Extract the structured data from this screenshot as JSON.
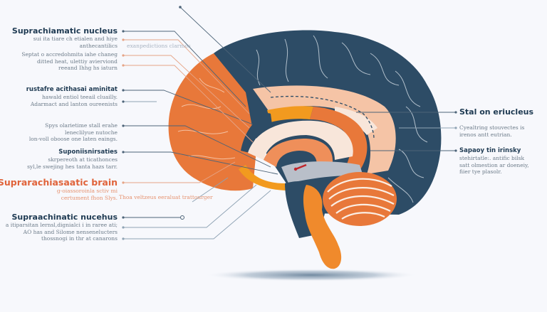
{
  "colors": {
    "navy": "#2d4c66",
    "orange": "#e8783a",
    "light_orange": "#f2a47a",
    "peach": "#f5c4a6",
    "cream": "#f8e6da",
    "amber": "#f29a1f",
    "gray": "#b9bfc9",
    "title_dark": "#1e3a52",
    "title_orange": "#e0633a",
    "background": "#f7f8fc"
  },
  "labels_left": [
    {
      "title": "Suprachiamatic nucleus",
      "lines": [
        "sui ita tiare ch etialen and hiye",
        "anthecantilics"
      ],
      "side_note": "exanpedictions clarmos"
    },
    {
      "title": "",
      "lines": [
        "Septat o accredohmita iahe chaneg",
        "ditted heat, ulettiy avierviond",
        "reeand Ihhg hs iaturn"
      ]
    },
    {
      "title": "rustafre acithasai aminitat",
      "lines": [
        "hawald entiol teeail cluailly.",
        "Adarmact and lanton oureenists"
      ]
    },
    {
      "title": "",
      "lines": [
        "Spys olarietime stall erahe",
        "leneclilyue nutoche",
        "lon-voll oboose one laten eaings."
      ]
    },
    {
      "title": "Suponiisnirsaties",
      "lines": [
        "skrpereoth at ticathonces",
        "syl,le swejing hes tanta hazs tarr."
      ]
    },
    {
      "title": "Suprarachiasaatic brain",
      "lines": [
        "g-oiassoroinla sctiv mi",
        "certument fhon Slys."
      ],
      "side_note": "Thoa veltzeus eeraluat trattourger"
    },
    {
      "title": "Supraachinatic nucehus",
      "lines": [
        "a itiparsitan lernsl,dignialci i in raree ati;",
        "AO has and Silome nensenelucters",
        "thossnogi in thr at canarons"
      ]
    }
  ],
  "labels_right": [
    {
      "title": "Stal on eriucleus",
      "lines": []
    },
    {
      "title": "",
      "lines": [
        "Cyealtring stouvectes is",
        "irenos antt eutrian."
      ]
    },
    {
      "title": "Sapaoy tin irinsky",
      "lines": [
        "stehirtatle:. antific bilsk",
        "satt olmestion ar doeneiy,",
        "fiier tye plasolr."
      ]
    }
  ]
}
